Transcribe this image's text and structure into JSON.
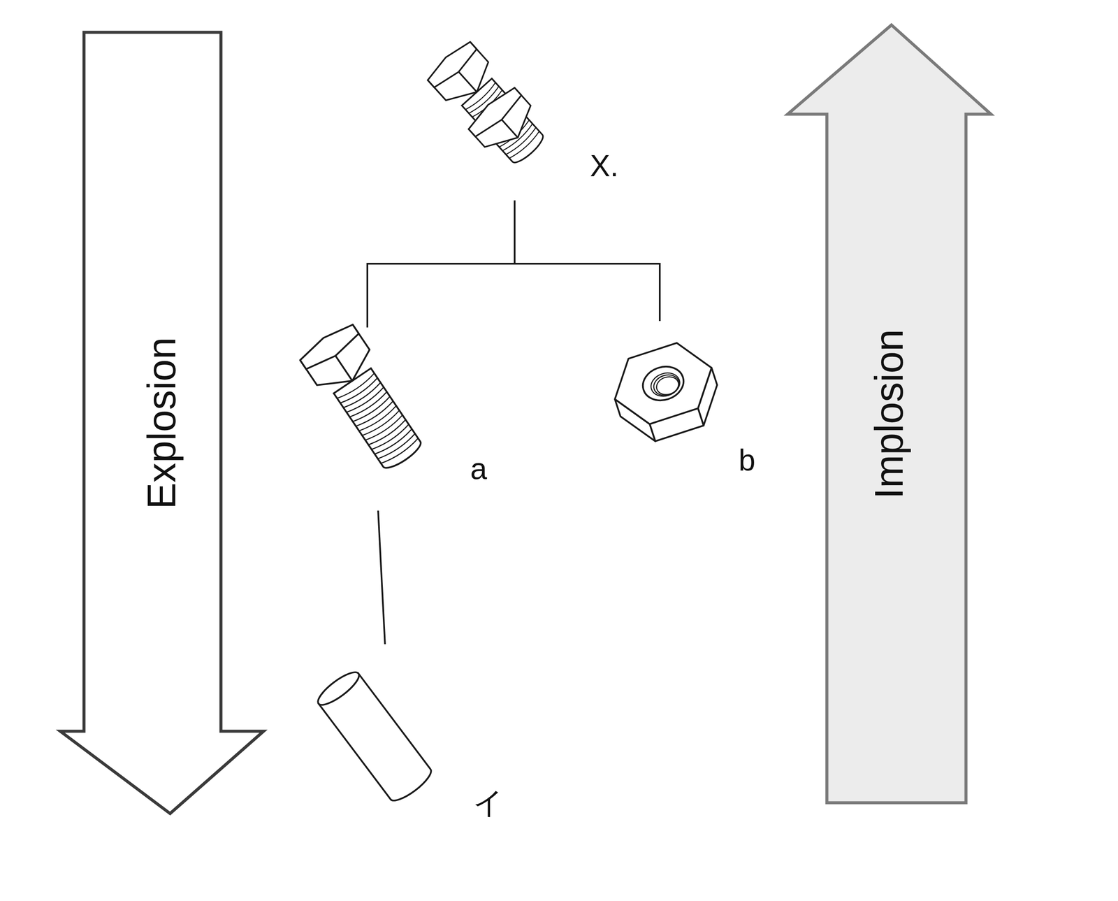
{
  "diagram": {
    "nodes": [
      {
        "text": [
          "Explosion"
        ]
      },
      {
        "text": [
          "Implosion"
        ]
      },
      {
        "text": [
          "X."
        ]
      },
      {
        "text": [
          "a"
        ]
      },
      {
        "text": [
          "b"
        ]
      },
      {
        "text": [
          "イ"
        ]
      }
    ],
    "edges": [
      {
        "from": 2,
        "to": 3,
        "arrow": "none"
      },
      {
        "from": 2,
        "to": 4,
        "arrow": "none"
      },
      {
        "from": 3,
        "to": 5,
        "arrow": "none"
      }
    ]
  }
}
